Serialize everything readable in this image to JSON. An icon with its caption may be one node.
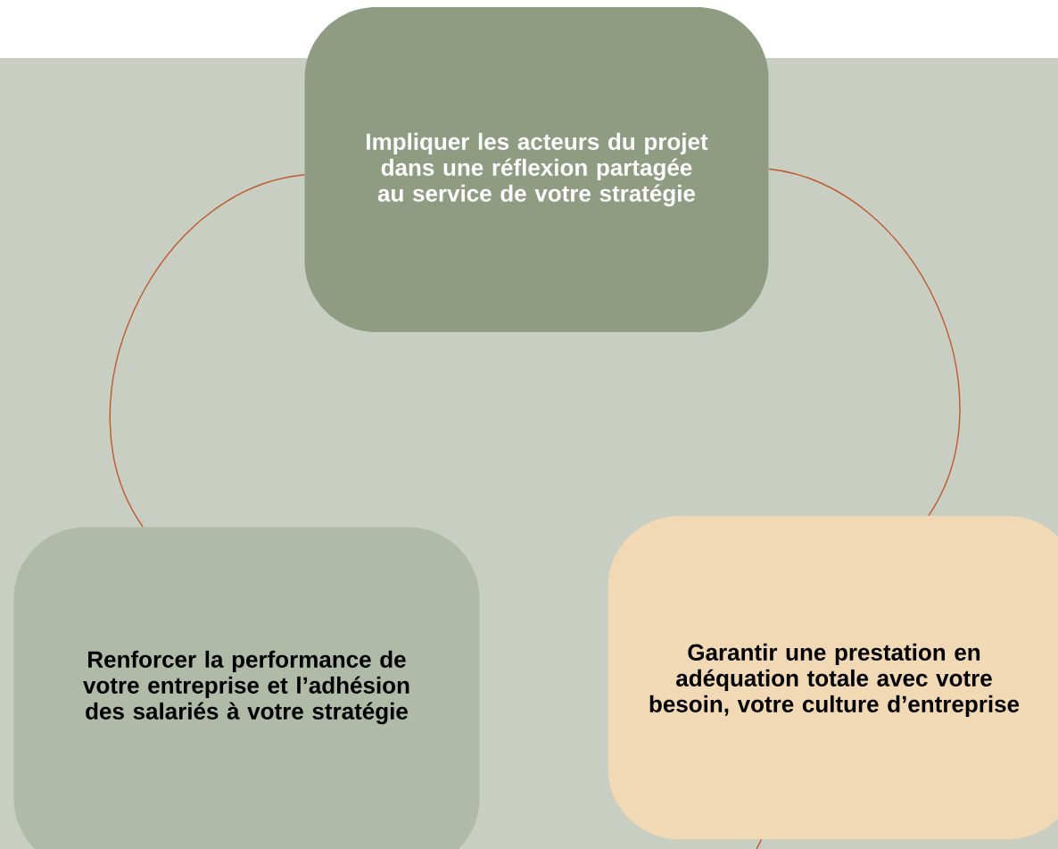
{
  "diagram": {
    "nodes": [
      {
        "text": [
          "Impliquer les acteurs du projet dans une réflexion partagée au service de votre stratégie"
        ]
      },
      {
        "text": [
          "Renforcer la performance de votre entreprise et l’adhésion des salariés à votre stratégie"
        ]
      },
      {
        "text": [
          "Garantir une prestation en adéquation totale avec votre besoin, votre culture d’entreprise"
        ]
      }
    ],
    "edges": [
      {
        "from": 0,
        "to": 2,
        "arrow": "none"
      },
      {
        "from": 2,
        "to": 1,
        "arrow": "none"
      },
      {
        "from": 1,
        "to": 0,
        "arrow": "none"
      }
    ]
  }
}
